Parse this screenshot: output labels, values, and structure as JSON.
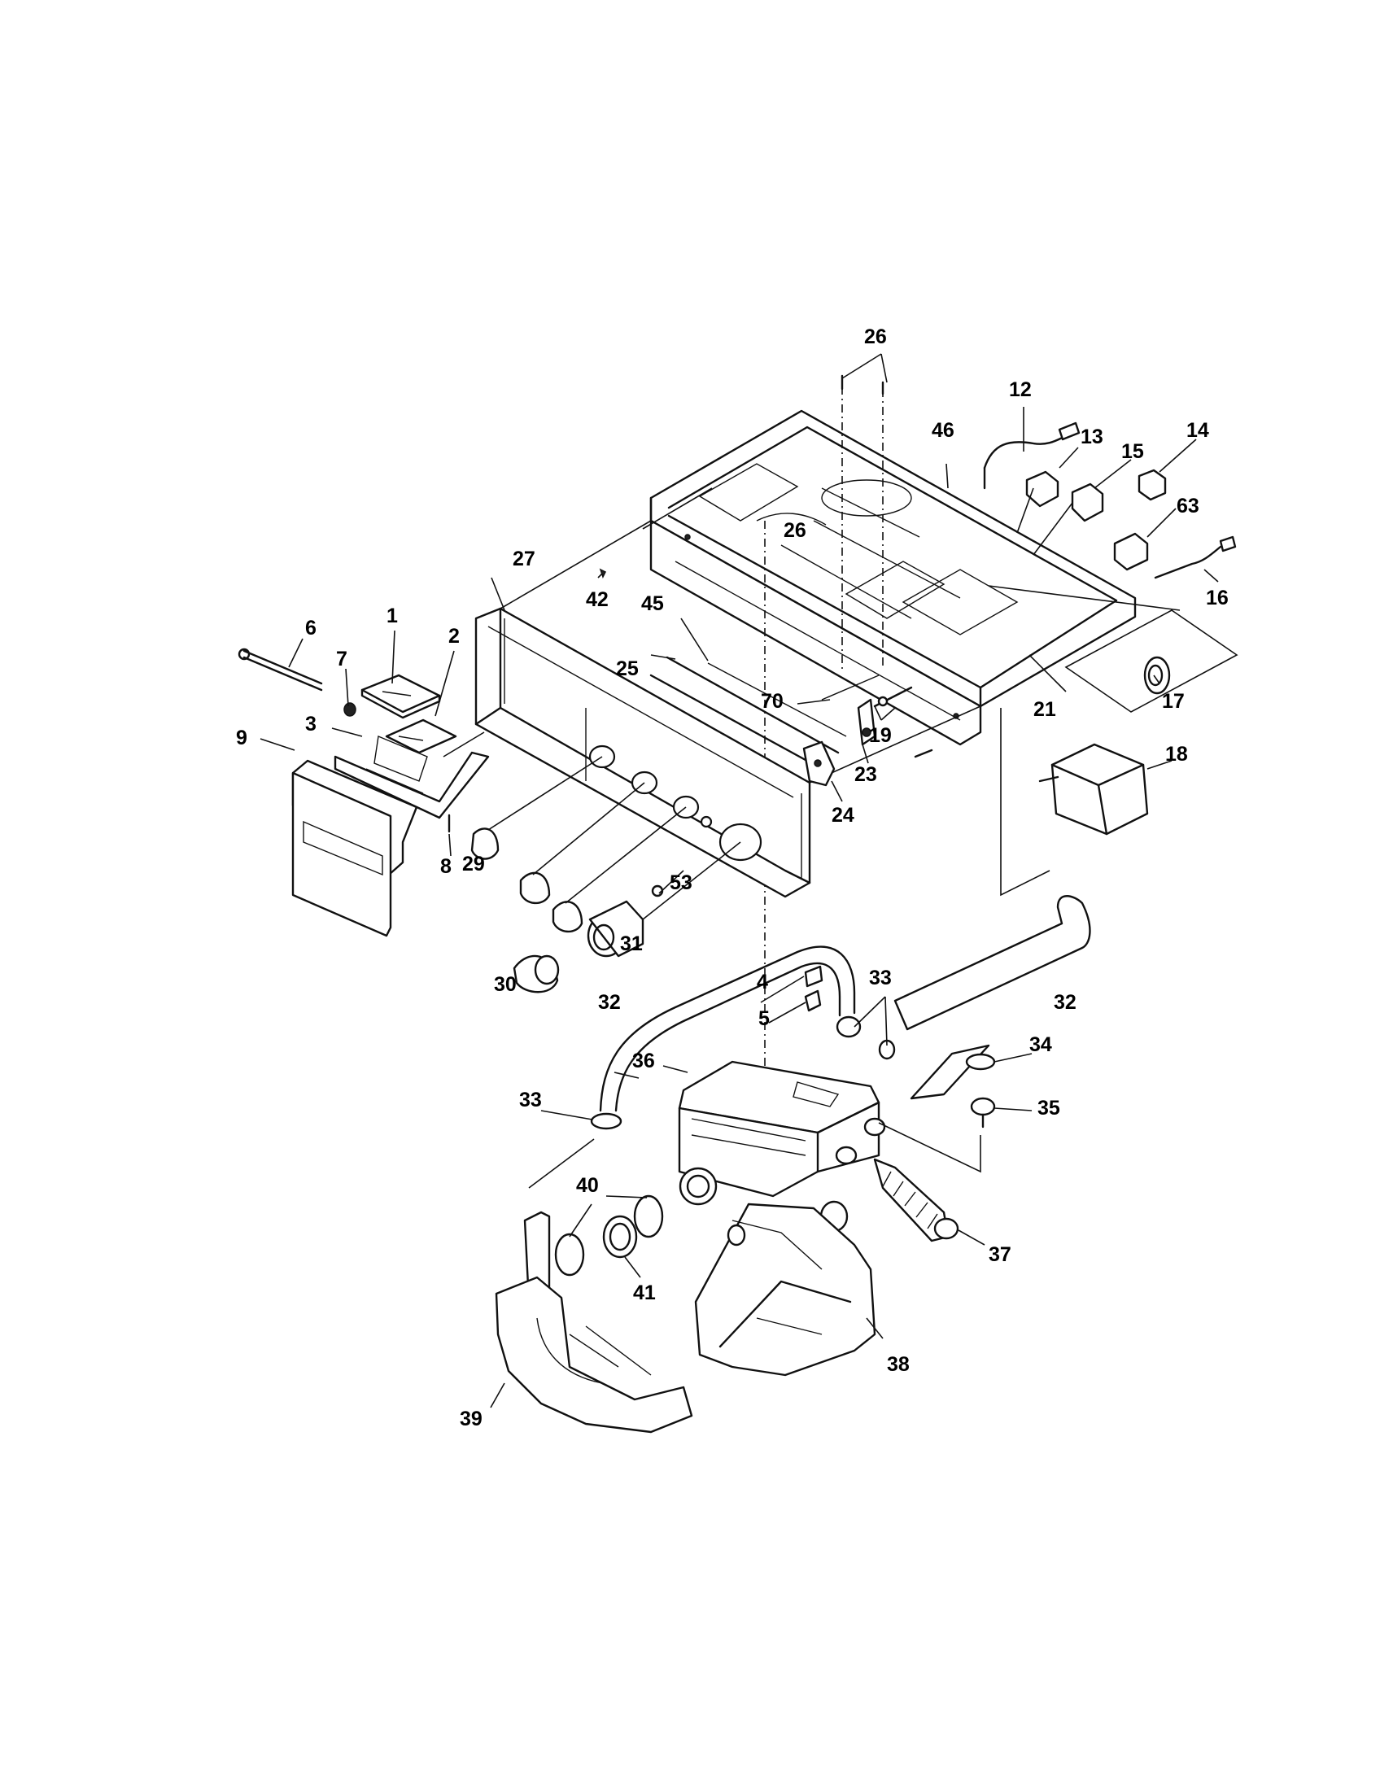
{
  "diagram": {
    "callouts": [
      {
        "id": "c1",
        "text": "1"
      },
      {
        "id": "c2",
        "text": "2"
      },
      {
        "id": "c3",
        "text": "3"
      },
      {
        "id": "c4",
        "text": "4"
      },
      {
        "id": "c5",
        "text": "5"
      },
      {
        "id": "c6",
        "text": "6"
      },
      {
        "id": "c7",
        "text": "7"
      },
      {
        "id": "c8",
        "text": "8"
      },
      {
        "id": "c9",
        "text": "9"
      },
      {
        "id": "c12",
        "text": "12"
      },
      {
        "id": "c13",
        "text": "13"
      },
      {
        "id": "c14",
        "text": "14"
      },
      {
        "id": "c15",
        "text": "15"
      },
      {
        "id": "c16",
        "text": "16"
      },
      {
        "id": "c17",
        "text": "17"
      },
      {
        "id": "c18",
        "text": "18"
      },
      {
        "id": "c19",
        "text": "19"
      },
      {
        "id": "c21",
        "text": "21"
      },
      {
        "id": "c23",
        "text": "23"
      },
      {
        "id": "c24",
        "text": "24"
      },
      {
        "id": "c25",
        "text": "25"
      },
      {
        "id": "c26a",
        "text": "26"
      },
      {
        "id": "c26b",
        "text": "26"
      },
      {
        "id": "c27",
        "text": "27"
      },
      {
        "id": "c29",
        "text": "29"
      },
      {
        "id": "c30",
        "text": "30"
      },
      {
        "id": "c31",
        "text": "31"
      },
      {
        "id": "c32a",
        "text": "32"
      },
      {
        "id": "c32b",
        "text": "32"
      },
      {
        "id": "c33a",
        "text": "33"
      },
      {
        "id": "c33b",
        "text": "33"
      },
      {
        "id": "c34",
        "text": "34"
      },
      {
        "id": "c35",
        "text": "35"
      },
      {
        "id": "c36",
        "text": "36"
      },
      {
        "id": "c37",
        "text": "37"
      },
      {
        "id": "c38",
        "text": "38"
      },
      {
        "id": "c39",
        "text": "39"
      },
      {
        "id": "c40",
        "text": "40"
      },
      {
        "id": "c41",
        "text": "41"
      },
      {
        "id": "c42",
        "text": "42"
      },
      {
        "id": "c45",
        "text": "45"
      },
      {
        "id": "c46",
        "text": "46"
      },
      {
        "id": "c53",
        "text": "53"
      },
      {
        "id": "c63",
        "text": "63"
      },
      {
        "id": "c70",
        "text": "70"
      }
    ]
  }
}
